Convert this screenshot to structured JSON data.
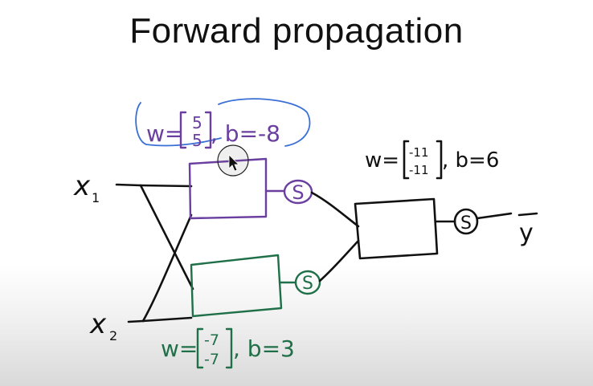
{
  "title": "Forward propagation",
  "inputs": {
    "x1": "x",
    "x1_sub": "1",
    "x2": "x",
    "x2_sub": "2"
  },
  "output": {
    "label": "y"
  },
  "neuron_top": {
    "w_prefix": "w=",
    "w_values": [
      "5",
      "5"
    ],
    "bias": ", b=-8",
    "activation": "S"
  },
  "neuron_bottom": {
    "w_prefix": "w=",
    "w_values": [
      "-7",
      "-7"
    ],
    "bias": ", b=3",
    "activation": "S"
  },
  "neuron_output": {
    "w_prefix": "w=",
    "w_values": [
      "-11",
      "-11"
    ],
    "bias": ", b=6",
    "activation": "S"
  },
  "colors": {
    "top": "#6a3fa0",
    "bottom": "#1f7048",
    "output": "#111111",
    "annotation": "#3a6fd6"
  }
}
